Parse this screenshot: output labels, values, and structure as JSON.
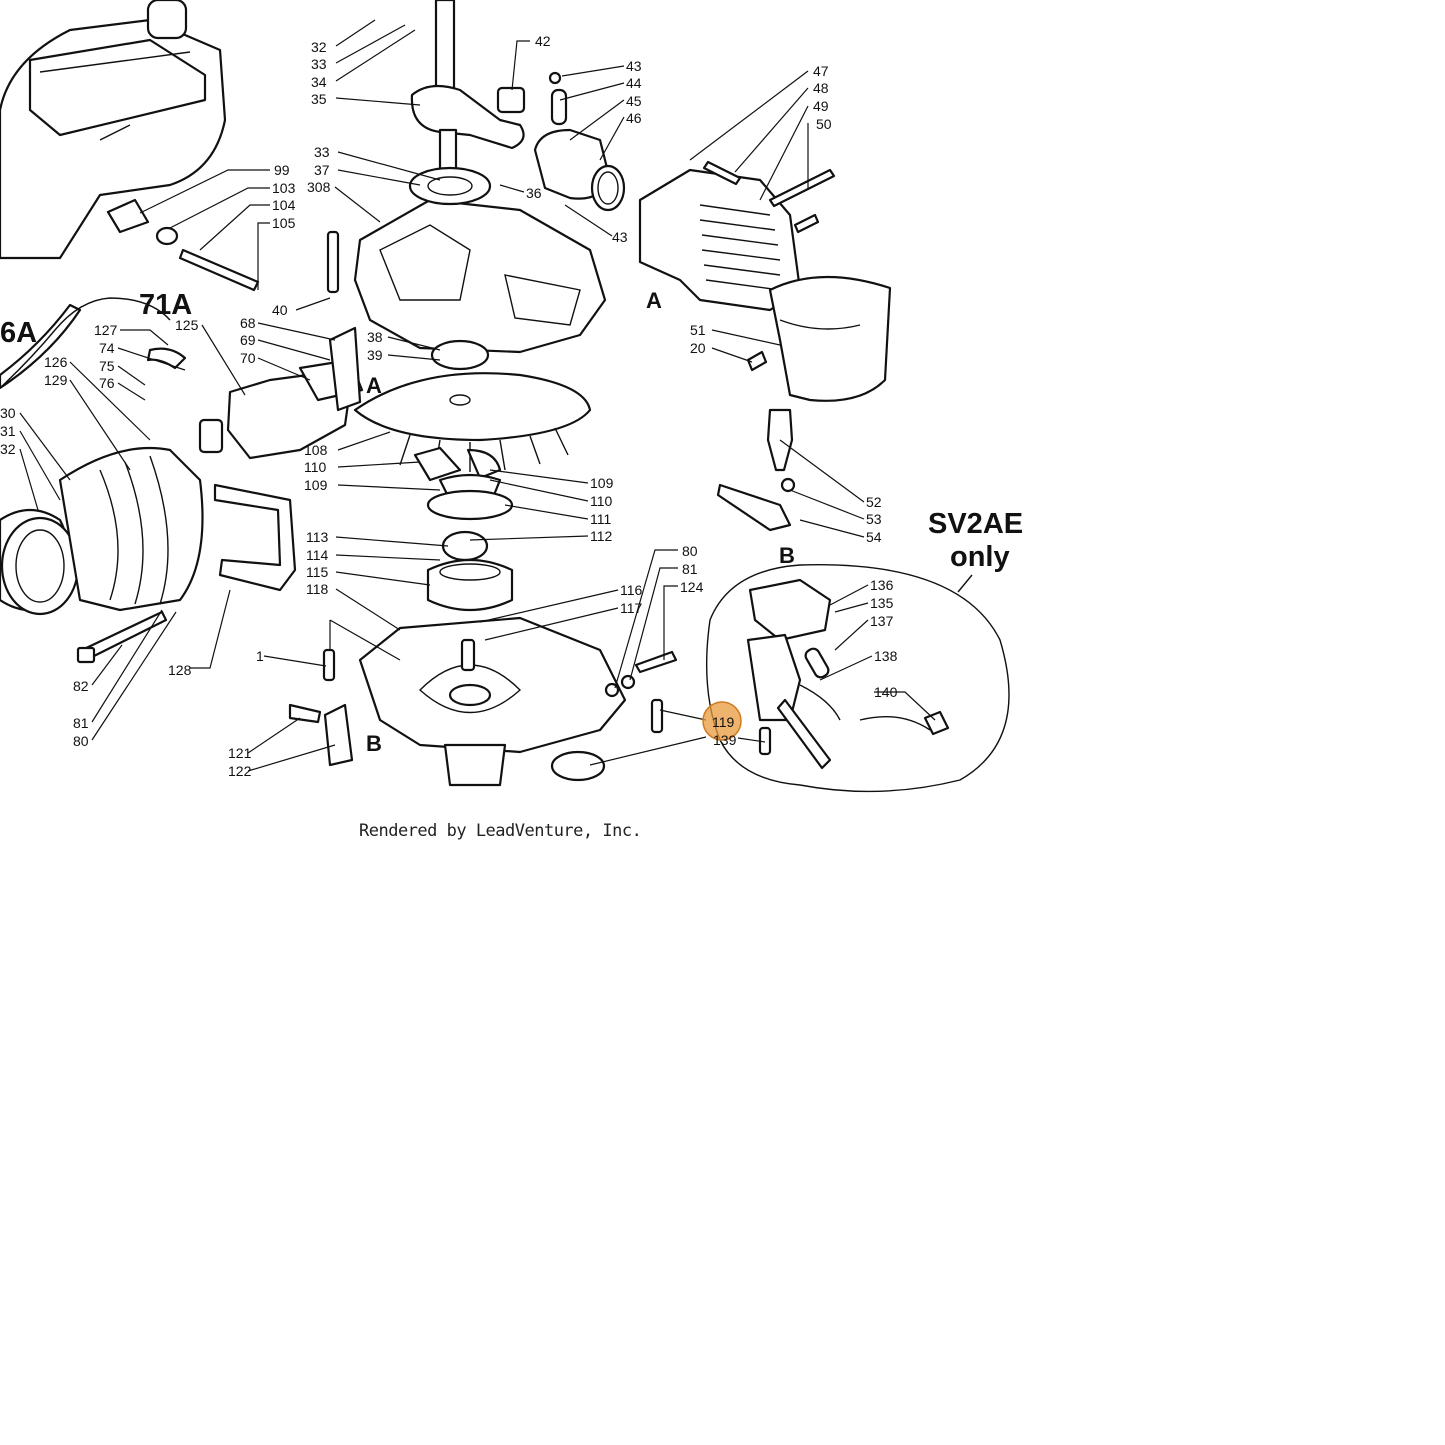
{
  "diagram": {
    "callouts": [
      {
        "id": "32",
        "text": "32"
      },
      {
        "id": "33",
        "text": "33"
      },
      {
        "id": "34",
        "text": "34"
      },
      {
        "id": "35",
        "text": "35"
      },
      {
        "id": "42",
        "text": "42"
      },
      {
        "id": "43a",
        "text": "43"
      },
      {
        "id": "44",
        "text": "44"
      },
      {
        "id": "45",
        "text": "45"
      },
      {
        "id": "46",
        "text": "46"
      },
      {
        "id": "47",
        "text": "47"
      },
      {
        "id": "48",
        "text": "48"
      },
      {
        "id": "49",
        "text": "49"
      },
      {
        "id": "50",
        "text": "50"
      },
      {
        "id": "33b",
        "text": "33"
      },
      {
        "id": "37",
        "text": "37"
      },
      {
        "id": "308",
        "text": "308"
      },
      {
        "id": "36",
        "text": "36"
      },
      {
        "id": "43b",
        "text": "43"
      },
      {
        "id": "99",
        "text": "99"
      },
      {
        "id": "103",
        "text": "103"
      },
      {
        "id": "104",
        "text": "104"
      },
      {
        "id": "105",
        "text": "105"
      },
      {
        "id": "40",
        "text": "40"
      },
      {
        "id": "127",
        "text": "127"
      },
      {
        "id": "125",
        "text": "125"
      },
      {
        "id": "68",
        "text": "68"
      },
      {
        "id": "69",
        "text": "69"
      },
      {
        "id": "70",
        "text": "70"
      },
      {
        "id": "74",
        "text": "74"
      },
      {
        "id": "75",
        "text": "75"
      },
      {
        "id": "76",
        "text": "76"
      },
      {
        "id": "126",
        "text": "126"
      },
      {
        "id": "129",
        "text": "129"
      },
      {
        "id": "130",
        "text": "30"
      },
      {
        "id": "131",
        "text": "31"
      },
      {
        "id": "132",
        "text": "32"
      },
      {
        "id": "38",
        "text": "38"
      },
      {
        "id": "39",
        "text": "39"
      },
      {
        "id": "51",
        "text": "51"
      },
      {
        "id": "20",
        "text": "20"
      },
      {
        "id": "108",
        "text": "108"
      },
      {
        "id": "110a",
        "text": "110"
      },
      {
        "id": "109a",
        "text": "109"
      },
      {
        "id": "109b",
        "text": "109"
      },
      {
        "id": "110b",
        "text": "110"
      },
      {
        "id": "111",
        "text": "111"
      },
      {
        "id": "112",
        "text": "112"
      },
      {
        "id": "52",
        "text": "52"
      },
      {
        "id": "53",
        "text": "53"
      },
      {
        "id": "54",
        "text": "54"
      },
      {
        "id": "113",
        "text": "113"
      },
      {
        "id": "114",
        "text": "114"
      },
      {
        "id": "115",
        "text": "115"
      },
      {
        "id": "118",
        "text": "118"
      },
      {
        "id": "116",
        "text": "116"
      },
      {
        "id": "117",
        "text": "117"
      },
      {
        "id": "80a",
        "text": "80"
      },
      {
        "id": "81a",
        "text": "81"
      },
      {
        "id": "124",
        "text": "124"
      },
      {
        "id": "136",
        "text": "136"
      },
      {
        "id": "135",
        "text": "135"
      },
      {
        "id": "137",
        "text": "137"
      },
      {
        "id": "138",
        "text": "138"
      },
      {
        "id": "140",
        "text": "140"
      },
      {
        "id": "1",
        "text": "1"
      },
      {
        "id": "128",
        "text": "128"
      },
      {
        "id": "82",
        "text": "82"
      },
      {
        "id": "81b",
        "text": "81"
      },
      {
        "id": "80b",
        "text": "80"
      },
      {
        "id": "121",
        "text": "121"
      },
      {
        "id": "122",
        "text": "122"
      },
      {
        "id": "119",
        "text": "119"
      },
      {
        "id": "139",
        "text": "139"
      }
    ],
    "labels": {
      "sv2ae_line1": "SV2AE",
      "sv2ae_line2": "only",
      "ref_71a": "71A",
      "ref_6a": "6A",
      "ref_a1": "A",
      "ref_a2": "A",
      "ref_b1": "B",
      "ref_b2": "B"
    },
    "highlight_callout": "119"
  },
  "footer": {
    "credit": "Rendered by LeadVenture, Inc."
  },
  "colors": {
    "highlight": "#e89a3c",
    "ink": "#111111"
  }
}
